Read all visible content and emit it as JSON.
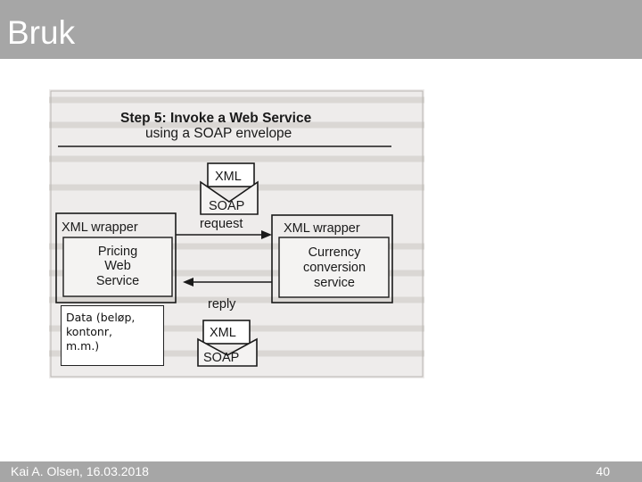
{
  "slide": {
    "title": "Bruk",
    "footer_author_date": "Kai A. Olsen, 16.03.2018",
    "page_number": "40"
  },
  "figure": {
    "heading_line1": "Step 5: Invoke a Web Service",
    "heading_line2": "using a SOAP envelope",
    "top_envelope": {
      "xml": "XML",
      "soap": "SOAP"
    },
    "left_box": {
      "wrapper": "XML wrapper",
      "service_line1": "Pricing",
      "service_line2": "Web",
      "service_line3": "Service"
    },
    "right_box": {
      "wrapper": "XML wrapper",
      "service_line1": "Currency",
      "service_line2": "conversion",
      "service_line3": "service"
    },
    "request_label": "request",
    "reply_label": "reply",
    "bottom_envelope": {
      "xml": "XML",
      "soap": "SOAP"
    }
  },
  "note": {
    "line1": "Data (beløp,",
    "line2": "kontonr,",
    "line3": "m.m.)"
  },
  "colors": {
    "bar": "#a6a6a6",
    "scan_background": "#eeeceb"
  }
}
